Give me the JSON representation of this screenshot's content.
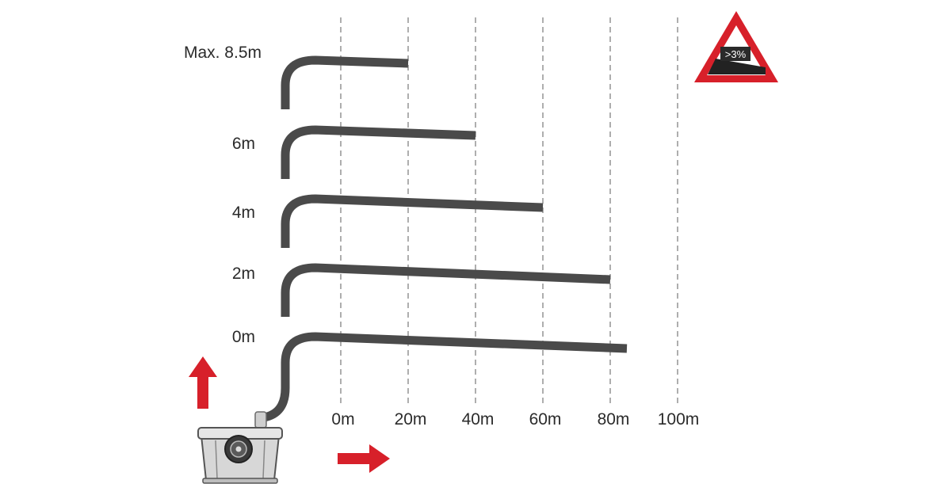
{
  "diagram": {
    "height_labels": [
      "Max. 8.5m",
      "6m",
      "4m",
      "2m",
      "0m"
    ],
    "distance_labels": [
      "0m",
      "20m",
      "40m",
      "60m",
      "80m",
      "100m"
    ],
    "warning_sign": {
      "text": ">3%",
      "border_color": "#d7202a"
    },
    "arrow_color": "#d7202a",
    "pipe_color": "#4a4a4a",
    "pump_icon": "pump-unit-icon",
    "pipe_runs": [
      {
        "height": "Max. 8.5m",
        "max_distance": 20
      },
      {
        "height": "6m",
        "max_distance": 40
      },
      {
        "height": "4m",
        "max_distance": 60
      },
      {
        "height": "2m",
        "max_distance": 80
      },
      {
        "height": "0m",
        "max_distance": 85
      }
    ]
  }
}
